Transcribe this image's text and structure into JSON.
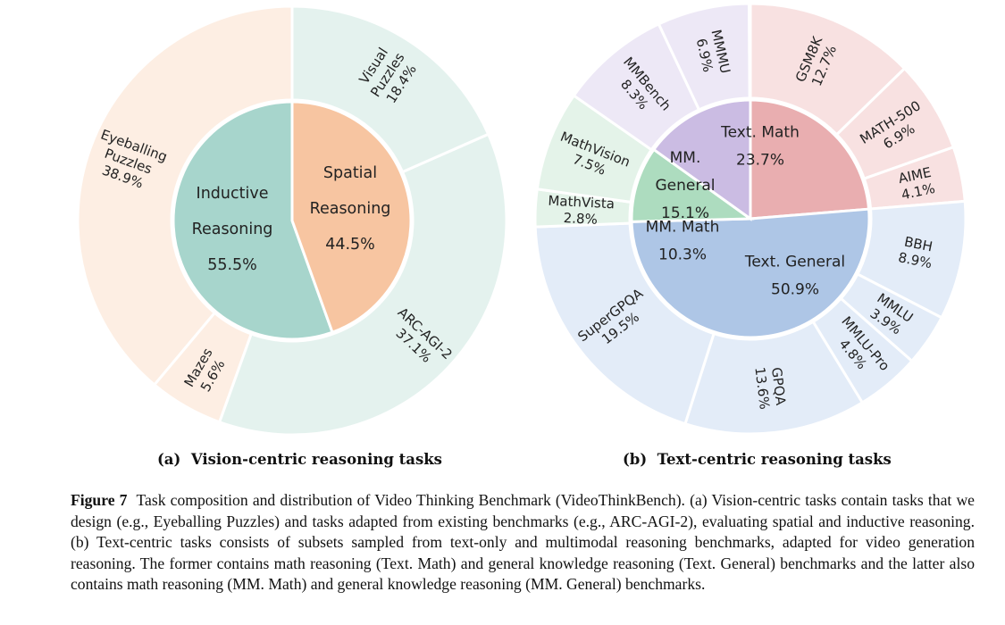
{
  "chart_data": [
    {
      "type": "sunburst",
      "subcaption": {
        "label": "(a)",
        "text": "Vision-centric reasoning tasks"
      },
      "inner": [
        {
          "name": "Inductive Reasoning",
          "lines": [
            "Inductive",
            "Reasoning"
          ],
          "value": 55.5,
          "pct_label": "55.5%",
          "color": "#a7d5cc"
        },
        {
          "name": "Spatial Reasoning",
          "lines": [
            "Spatial",
            "Reasoning"
          ],
          "value": 44.5,
          "pct_label": "44.5%",
          "color": "#f7c5a1"
        }
      ],
      "outer": [
        {
          "name": "Eyeballing Puzzles",
          "lines": [
            "Eyeballing",
            "Puzzles"
          ],
          "value": 38.9,
          "pct_label": "38.9%",
          "parent": "Spatial Reasoning",
          "color": "#fdeee3"
        },
        {
          "name": "Mazes",
          "lines": [
            "Mazes"
          ],
          "value": 5.6,
          "pct_label": "5.6%",
          "parent": "Spatial Reasoning",
          "color": "#fdeee3"
        },
        {
          "name": "ARC-AGI-2",
          "lines": [
            "ARC-AGI-2"
          ],
          "value": 37.1,
          "pct_label": "37.1%",
          "parent": "Inductive Reasoning",
          "color": "#e4f2ee"
        },
        {
          "name": "Visual Puzzles",
          "lines": [
            "Visual",
            "Puzzles"
          ],
          "value": 18.4,
          "pct_label": "18.4%",
          "parent": "Inductive Reasoning",
          "color": "#e4f2ee"
        }
      ]
    },
    {
      "type": "sunburst",
      "subcaption": {
        "label": "(b)",
        "text": "Text-centric reasoning tasks"
      },
      "inner": [
        {
          "name": "Text. Math",
          "lines": [
            "Text. Math",
            "23.7%"
          ],
          "value": 23.7,
          "color": "#e9aeb0"
        },
        {
          "name": "Text. General",
          "lines": [
            "Text. General",
            "50.9%"
          ],
          "value": 50.9,
          "color": "#aec6e6"
        },
        {
          "name": "MM. Math",
          "lines": [
            "MM. Math",
            "10.3%"
          ],
          "value": 10.3,
          "color": "#addcbf"
        },
        {
          "name": "MM. General",
          "lines": [
            "MM.",
            "General",
            "15.1%"
          ],
          "value": 15.1,
          "color": "#cbbce3"
        }
      ],
      "outer": [
        {
          "name": "GSM8K",
          "lines": [
            "GSM8K"
          ],
          "value": 12.7,
          "pct_label": "12.7%",
          "parent": "Text. Math",
          "color": "#f8e1e1"
        },
        {
          "name": "MATH-500",
          "lines": [
            "MATH-500"
          ],
          "value": 6.9,
          "pct_label": "6.9%",
          "parent": "Text. Math",
          "color": "#f8e1e1"
        },
        {
          "name": "AIME",
          "lines": [
            "AIME"
          ],
          "value": 4.1,
          "pct_label": "4.1%",
          "parent": "Text. Math",
          "color": "#f8e1e1"
        },
        {
          "name": "BBH",
          "lines": [
            "BBH"
          ],
          "value": 8.9,
          "pct_label": "8.9%",
          "parent": "Text. General",
          "color": "#e3ecf8"
        },
        {
          "name": "MMLU",
          "lines": [
            "MMLU"
          ],
          "value": 3.9,
          "pct_label": "3.9%",
          "parent": "Text. General",
          "color": "#e3ecf8"
        },
        {
          "name": "MMLU-Pro",
          "lines": [
            "MMLU-Pro"
          ],
          "value": 4.8,
          "pct_label": "4.8%",
          "parent": "Text. General",
          "color": "#e3ecf8"
        },
        {
          "name": "GPQA",
          "lines": [
            "GPQA"
          ],
          "value": 13.6,
          "pct_label": "13.6%",
          "parent": "Text. General",
          "color": "#e3ecf8"
        },
        {
          "name": "SuperGPQA",
          "lines": [
            "SuperGPQA"
          ],
          "value": 19.5,
          "pct_label": "19.5%",
          "parent": "Text. General",
          "color": "#e3ecf8"
        },
        {
          "name": "MathVista",
          "lines": [
            "MathVista"
          ],
          "value": 2.8,
          "pct_label": "2.8%",
          "parent": "MM. Math",
          "color": "#e4f3e9"
        },
        {
          "name": "MathVision",
          "lines": [
            "MathVision"
          ],
          "value": 7.5,
          "pct_label": "7.5%",
          "parent": "MM. Math",
          "color": "#e4f3e9"
        },
        {
          "name": "MMBench",
          "lines": [
            "MMBench"
          ],
          "value": 8.3,
          "pct_label": "8.3%",
          "parent": "MM. General",
          "color": "#ede8f6"
        },
        {
          "name": "MMMU",
          "lines": [
            "MMMU"
          ],
          "value": 6.9,
          "pct_label": "6.9%",
          "parent": "MM. General",
          "color": "#ede8f6"
        }
      ]
    }
  ],
  "caption": {
    "label": "Figure 7",
    "text": "Task composition and distribution of Video Thinking Benchmark (VideoThinkBench). (a) Vision-centric tasks contain tasks that we design (e.g., Eyeballing Puzzles) and tasks adapted from existing benchmarks (e.g., ARC-AGI-2), evaluating spatial and inductive reasoning. (b) Text-centric tasks consists of subsets sampled from text-only and multimodal reasoning benchmarks, adapted for video generation reasoning. The former contains math reasoning (Text. Math) and general knowledge reasoning (Text. General) benchmarks and the latter also contains math reasoning (MM. Math) and general knowledge reasoning (MM. General) benchmarks."
  }
}
